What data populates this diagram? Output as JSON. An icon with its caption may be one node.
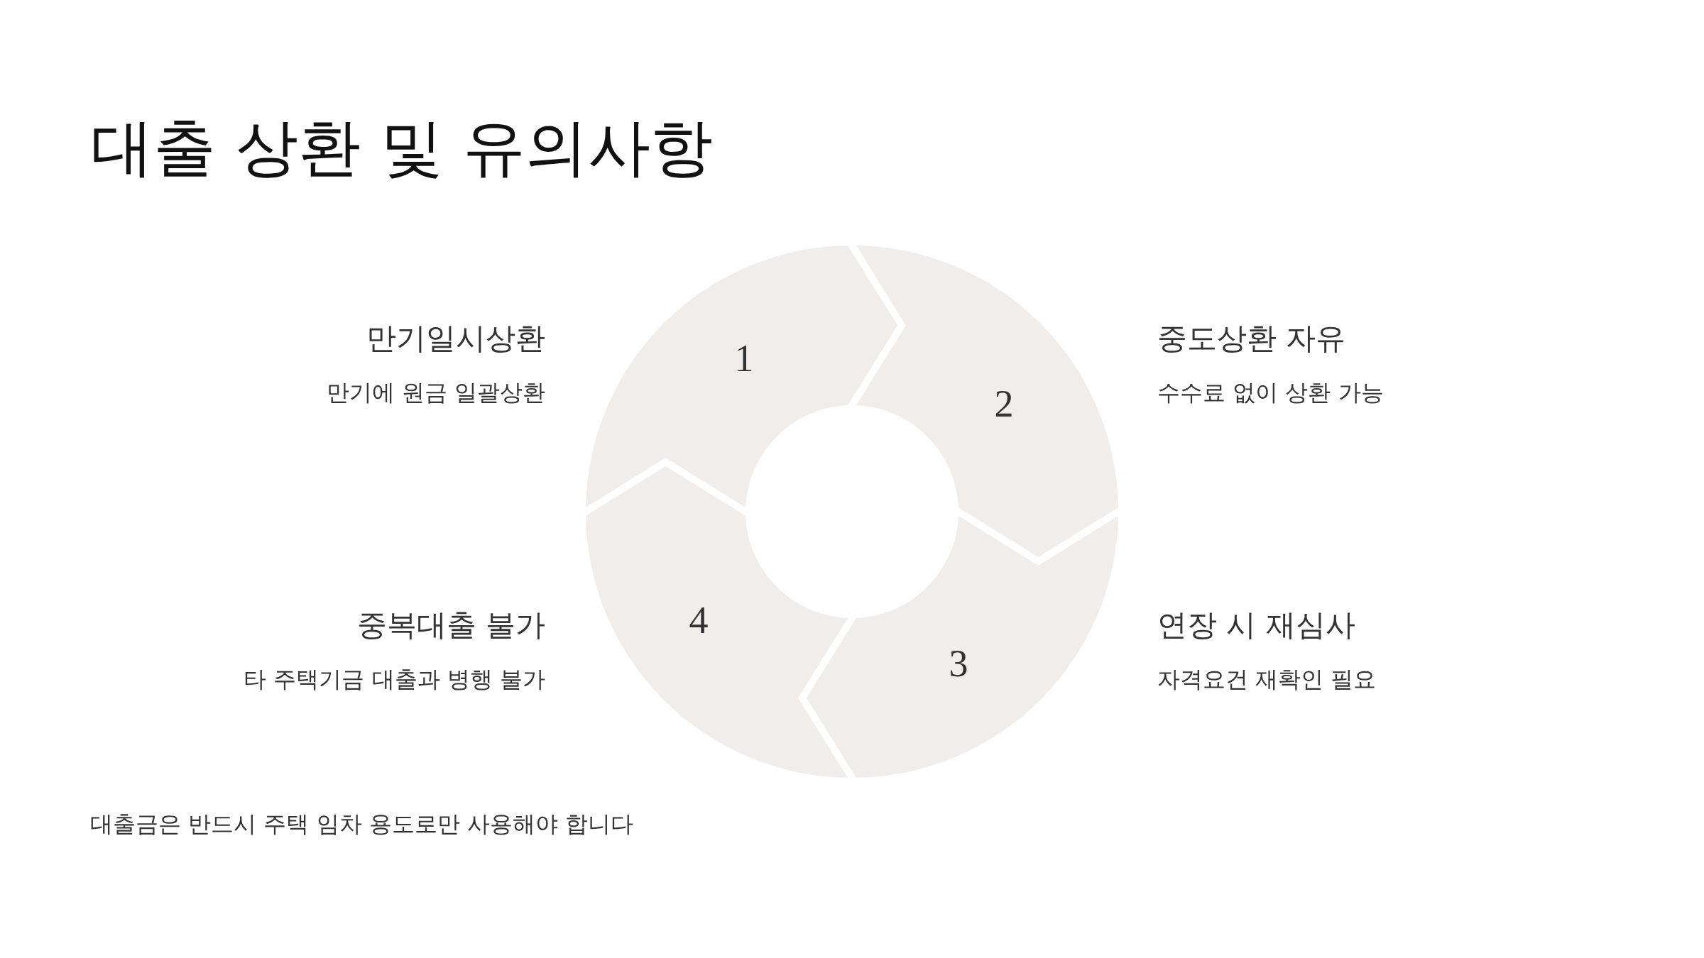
{
  "diagram": {
    "title": "대출 상환 및 유의사항",
    "nodes": [
      {
        "text": [
          "1"
        ],
        "beside": [
          "만기일시상환",
          "만기에 원금 일괄상환"
        ]
      },
      {
        "text": [
          "2"
        ],
        "beside": [
          "중도상환 자유",
          "수수료 없이 상환 가능"
        ]
      },
      {
        "text": [
          "3"
        ],
        "beside": [
          "연장 시 재심사",
          "자격요건 재확인 필요"
        ]
      },
      {
        "text": [
          "4"
        ],
        "beside": [
          "중복대출 불가",
          "타 주택기금 대출과 병행 불가"
        ]
      }
    ],
    "caption": "대출금은 반드시 주택 임차 용도로만 사용해야 합니다"
  }
}
